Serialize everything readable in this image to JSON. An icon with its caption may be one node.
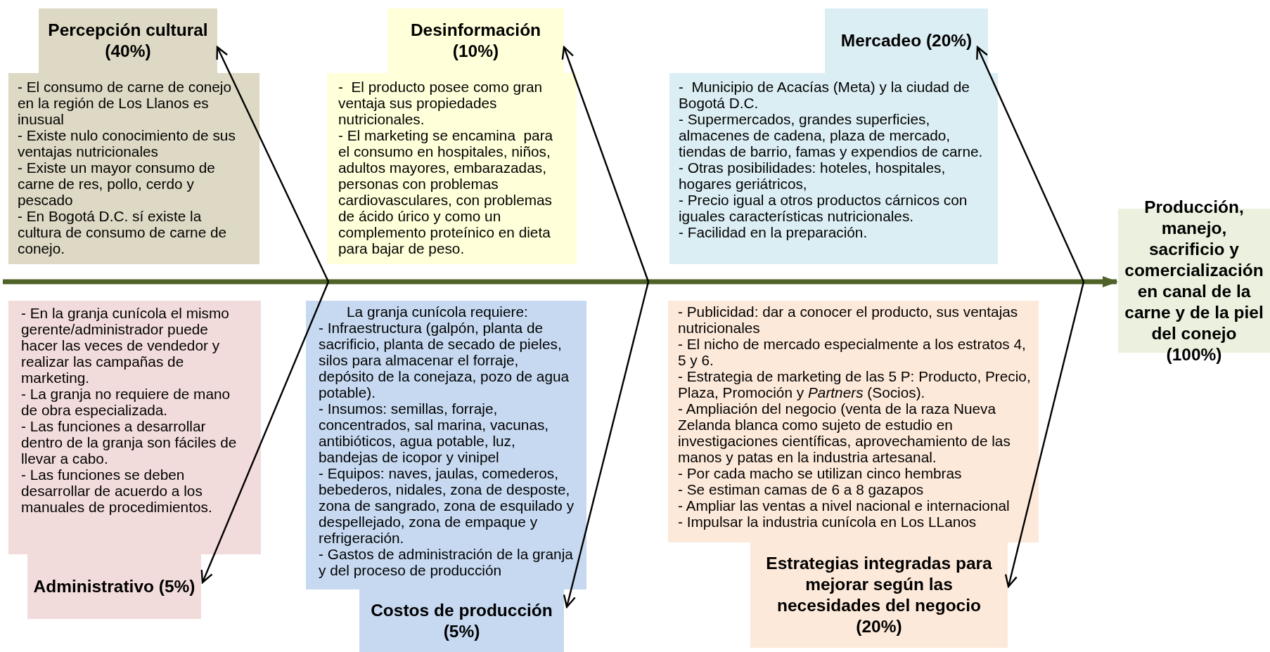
{
  "diagram": {
    "nodes": [
      {
        "text": [
          "Percepción cultural (40%)",
          "- El consumo de carne de conejo en la región de Los Llanos es inusual",
          "- Existe nulo conocimiento de sus ventajas nutricionales",
          "- Existe un mayor consumo de carne de res, pollo, cerdo y pescado",
          "- En Bogotá D.C. sí existe la cultura de consumo de carne de conejo."
        ]
      },
      {
        "text": [
          "Desinformación (10%)",
          "-  El producto posee como gran ventaja sus propiedades nutricionales.",
          "- El marketing se encamina  para el consumo en hospitales, niños, adultos mayores, embarazadas, personas con problemas cardiovasculares, con problemas de ácido úrico y como un complemento proteínico en dieta para bajar de peso."
        ]
      },
      {
        "text": [
          "Mercadeo (20%)",
          "-  Municipio de Acacías (Meta) y la ciudad de Bogotá D.C.",
          "- Supermercados, grandes superficies, almacenes de cadena, plaza de mercado, tiendas de barrio, famas y expendios de carne.",
          "- Otras posibilidades: hoteles, hospitales, hogares geriátricos,",
          "- Precio igual a otros productos cárnicos con iguales características nutricionales.",
          "- Facilidad en la preparación."
        ]
      },
      {
        "text": [
          "- En la granja cunícola el mismo gerente/administrador puede hacer las veces de vendedor y realizar las campañas de marketing.",
          "- La granja no requiere de mano de obra especializada.",
          "- Las funciones a desarrollar dentro de la granja son fáciles de llevar a cabo.",
          "- Las funciones se deben desarrollar de acuerdo a los manuales de procedimientos.",
          "Administrativo (5%)"
        ]
      },
      {
        "text": [
          "La granja cunícola requiere:",
          "- Infraestructura (galpón, planta de sacrificio, planta de secado de pieles, silos para almacenar el forraje, depósito de la conejaza, pozo de agua potable).",
          "- Insumos: semillas, forraje, concentrados, sal marina, vacunas, antibióticos, agua potable, luz, bandejas de icopor y vinipel",
          "- Equipos: naves, jaulas, comederos, bebederos, nidales, zona de desposte, zona de sangrado, zona de esquilado y despellejado, zona de empaque y refrigeración.",
          "- Gastos de administración de la granja y del proceso de producción",
          "Costos de producción (5%)"
        ]
      },
      {
        "text": [
          "- Publicidad: dar a conocer el producto, sus ventajas nutricionales",
          "- El nicho de mercado especialmente a los estratos 4, 5 y 6.",
          "- Estrategia de marketing de las 5 P: Producto, Precio, Plaza, Promoción y *Partners* (Socios).",
          "- Ampliación del negocio (venta de la raza Nueva Zelanda blanca como sujeto de estudio en investigaciones científicas, aprovechamiento de las manos y patas en la industria artesanal.",
          "- Por cada macho se utilizan cinco hembras",
          "- Se estiman camas de 6 a 8 gazapos",
          "- Ampliar las ventas a nivel nacional e internacional",
          "- Impulsar la industria cunícola en Los LLanos",
          "Estrategias integradas para mejorar según las necesidades del negocio (20%)"
        ]
      },
      {
        "text": [
          "Producción, manejo, sacrificio y comercialización en canal de la carne y de la piel del conejo (100%)"
        ]
      }
    ],
    "edges": [
      {
        "from": null,
        "to": 6,
        "arrow": "to",
        "style": "thick",
        "color": "#4f6228"
      },
      {
        "from": null,
        "to": 0,
        "arrow": "to"
      },
      {
        "from": null,
        "to": 3,
        "arrow": "to"
      },
      {
        "from": null,
        "to": 1,
        "arrow": "to"
      },
      {
        "from": null,
        "to": 4,
        "arrow": "to"
      },
      {
        "from": null,
        "to": 2,
        "arrow": "to"
      },
      {
        "from": null,
        "to": 5,
        "arrow": "to"
      }
    ]
  }
}
